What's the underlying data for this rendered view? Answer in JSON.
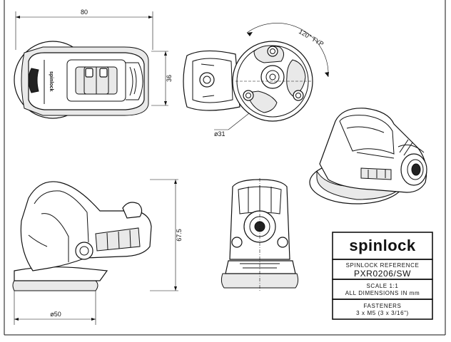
{
  "dimensions": {
    "top_width": "80",
    "top_height": "36",
    "side_diameter": "ø31",
    "rotation": "120° TYP",
    "front_height": "67.5",
    "base_diameter": "ø50"
  },
  "title_block": {
    "brand": "spinlock",
    "reference_label": "SPINLOCK REFERENCE",
    "reference": "PXR0206/SW",
    "scale": "SCALE 1:1",
    "units": "ALL DIMENSIONS IN mm",
    "fasteners_label": "FASTENERS",
    "fasteners": "3 x M5 (3 x 3/16\")"
  }
}
